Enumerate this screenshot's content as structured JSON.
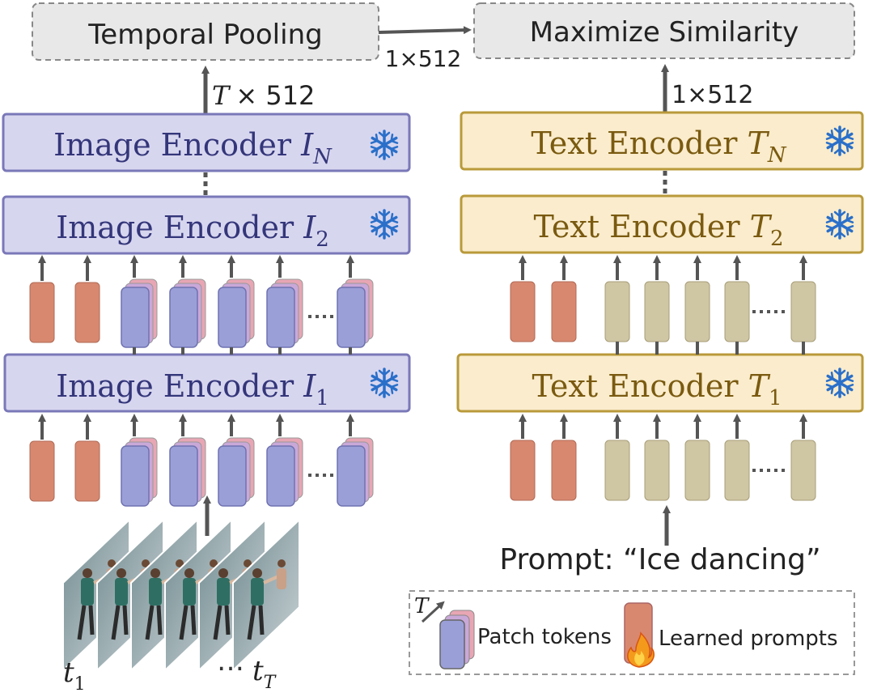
{
  "top": {
    "temporal_pooling": "Temporal Pooling",
    "maximize_similarity": "Maximize Similarity",
    "pool_to_similarity_dim": "1×512",
    "image_stack_dim_var": "T",
    "image_stack_dim_rest": "× 512",
    "text_stack_dim": "1×512"
  },
  "image_branch": {
    "encoder_label": "Image Encoder ",
    "encoder_sym": "I",
    "subscripts": [
      "N",
      "2",
      "1"
    ]
  },
  "text_branch": {
    "encoder_label": "Text Encoder ",
    "encoder_sym": "T",
    "subscripts": [
      "N",
      "2",
      "1"
    ],
    "prompt": "Prompt: “Ice dancing”"
  },
  "frames": {
    "first_label": "t",
    "first_sub": "1",
    "last_label": "t",
    "last_sub": "T"
  },
  "legend": {
    "axis_label": "T",
    "patch_tokens": "Patch tokens",
    "learned_prompts": "Learned prompts"
  },
  "colors": {
    "image_encoder_fill": "#d7d6ef",
    "image_encoder_border": "#7a78b8",
    "image_encoder_text": "#34367a",
    "text_encoder_fill": "#faeccc",
    "text_encoder_border": "#b99a3a",
    "text_encoder_text": "#7a5a10",
    "learned_prompt": "#d98870",
    "patch_token": "#9b9fd8",
    "text_token": "#cfc6a4",
    "snowflake": "#2a6fc9",
    "arrow": "#555555"
  }
}
